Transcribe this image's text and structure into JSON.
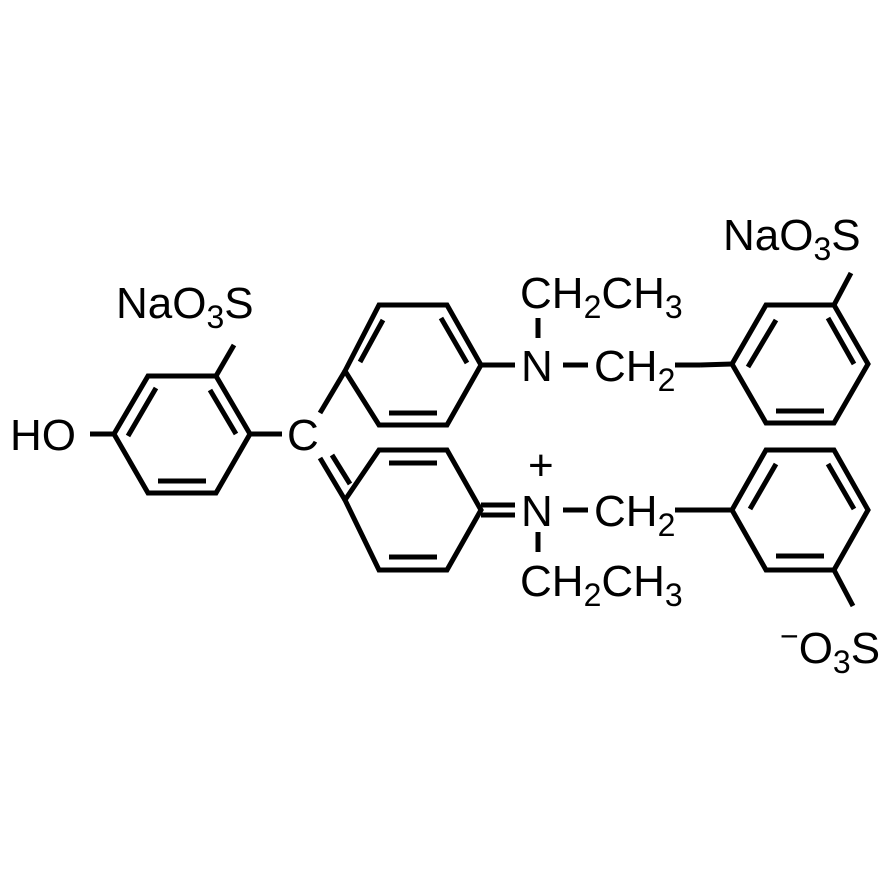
{
  "diagram": {
    "type": "chemical-structure",
    "compound_class": "triarylmethane dye (disodium salt)",
    "line_color": "#000000",
    "background": "#ffffff",
    "labels": {
      "hydroxyl": "HO",
      "central_carbon": "C",
      "sulfonate_left": {
        "prefix": "NaO",
        "sub": "3",
        "suffix": "S"
      },
      "sulfonate_top_right": {
        "prefix": "NaO",
        "sub": "3",
        "suffix": "S"
      },
      "sulfonate_bottom_right": {
        "charge": "−",
        "prefix": "O",
        "sub": "3",
        "suffix": "S"
      },
      "amine_n": "N",
      "iminium_n": "N",
      "iminium_charge": "+",
      "ethyl_top": {
        "a": "CH",
        "sub1": "2",
        "b": "CH",
        "sub2": "3"
      },
      "ethyl_bottom": {
        "a": "CH",
        "sub1": "2",
        "b": "CH",
        "sub2": "3"
      },
      "methylene_top": {
        "a": "CH",
        "sub": "2"
      },
      "methylene_bottom": {
        "a": "CH",
        "sub": "2"
      }
    }
  }
}
